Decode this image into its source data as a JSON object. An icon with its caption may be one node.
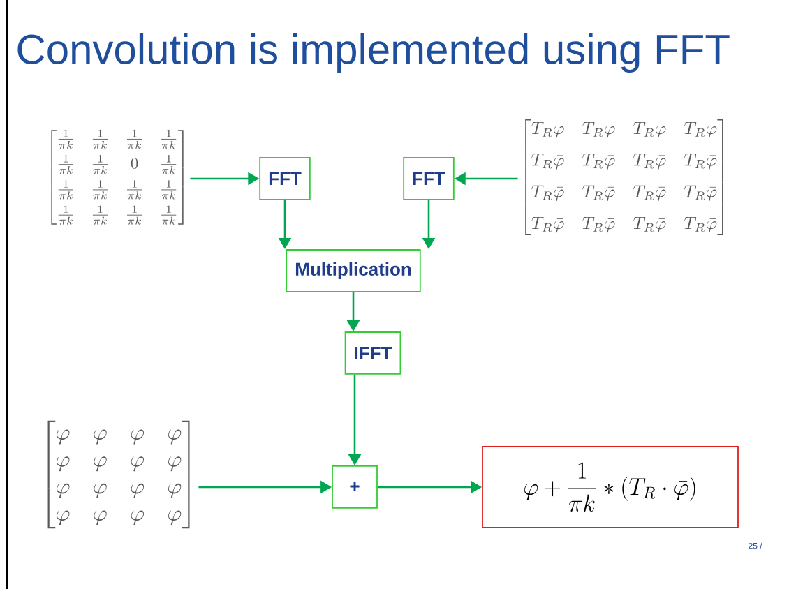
{
  "diagram": {
    "title": "Convolution is implemented using FFT",
    "nodes": [
      {
        "text": [
          "\\begin{bmatrix}\\frac{1}{\\pi k}&\\frac{1}{\\pi k}&\\frac{1}{\\pi k}&\\frac{1}{\\pi k}\\\\[4pt]\\frac{1}{\\pi k}&\\frac{1}{\\pi k}&0&\\frac{1}{\\pi k}\\\\[4pt]\\frac{1}{\\pi k}&\\frac{1}{\\pi k}&\\frac{1}{\\pi k}&\\frac{1}{\\pi k}\\\\[4pt]\\frac{1}{\\pi k}&\\frac{1}{\\pi k}&\\frac{1}{\\pi k}&\\frac{1}{\\pi k}\\end{bmatrix}"
        ]
      },
      {
        "text": [
          "FFT"
        ]
      },
      {
        "text": [
          "FFT"
        ]
      },
      {
        "text": [
          "\\begin{bmatrix}T_R\\bar{\\varphi}&T_R\\bar{\\varphi}&T_R\\bar{\\varphi}&T_R\\bar{\\varphi}\\\\[6pt]T_R\\bar{\\varphi}&T_R\\bar{\\varphi}&T_R\\bar{\\varphi}&T_R\\bar{\\varphi}\\\\[6pt]T_R\\bar{\\varphi}&T_R\\bar{\\varphi}&T_R\\bar{\\varphi}&T_R\\bar{\\varphi}\\\\[6pt]T_R\\bar{\\varphi}&T_R\\bar{\\varphi}&T_R\\bar{\\varphi}&T_R\\bar{\\varphi}\\end{bmatrix}"
        ]
      },
      {
        "text": [
          "Multiplication"
        ]
      },
      {
        "text": [
          "IFFT"
        ]
      },
      {
        "text": [
          "\\begin{bmatrix}\\varphi&\\varphi&\\varphi&\\varphi\\\\\\varphi&\\varphi&\\varphi&\\varphi\\\\\\varphi&\\varphi&\\varphi&\\varphi\\\\\\varphi&\\varphi&\\varphi&\\varphi\\end{bmatrix}"
        ]
      },
      {
        "text": [
          "+"
        ]
      },
      {
        "text": [
          "\\varphi+\\frac{1}{\\pi k}*(T_R\\cdot\\bar{\\varphi})"
        ]
      }
    ],
    "edges": [
      {
        "from": 0,
        "to": 1,
        "arrow": "to"
      },
      {
        "from": 3,
        "to": 2,
        "arrow": "to"
      },
      {
        "from": 1,
        "to": 4,
        "arrow": "to"
      },
      {
        "from": 2,
        "to": 4,
        "arrow": "to"
      },
      {
        "from": 4,
        "to": 5,
        "arrow": "to"
      },
      {
        "from": 5,
        "to": 7,
        "arrow": "to"
      },
      {
        "from": 6,
        "to": 7,
        "arrow": "to"
      },
      {
        "from": 7,
        "to": 8,
        "arrow": "to"
      }
    ],
    "labels": [
      "25 /"
    ]
  }
}
